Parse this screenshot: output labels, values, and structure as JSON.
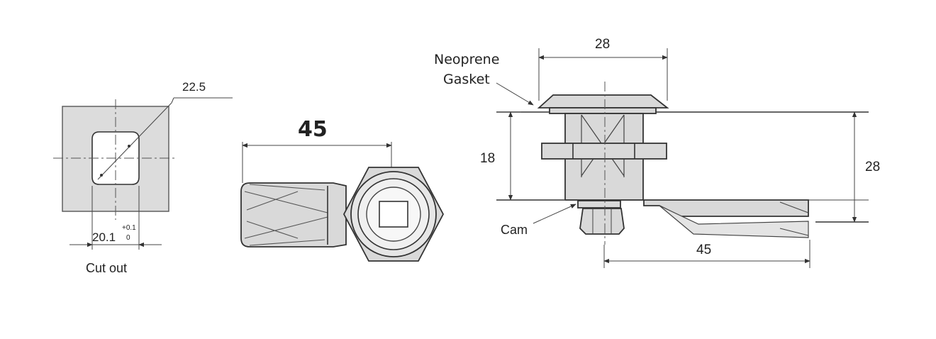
{
  "cutout": {
    "diagonal_dim": "22.5",
    "width_dim": "20.1",
    "tol_plus": "+0.1",
    "tol_minus": "0",
    "caption": "Cut out"
  },
  "front_view": {
    "length_dim": "45"
  },
  "side_view": {
    "label_gasket_line1": "Neoprene",
    "label_gasket_line2": "Gasket",
    "label_cam": "Cam",
    "top_width_dim": "28",
    "body_height_dim": "18",
    "total_height_dim": "28",
    "cam_length_dim": "45"
  }
}
